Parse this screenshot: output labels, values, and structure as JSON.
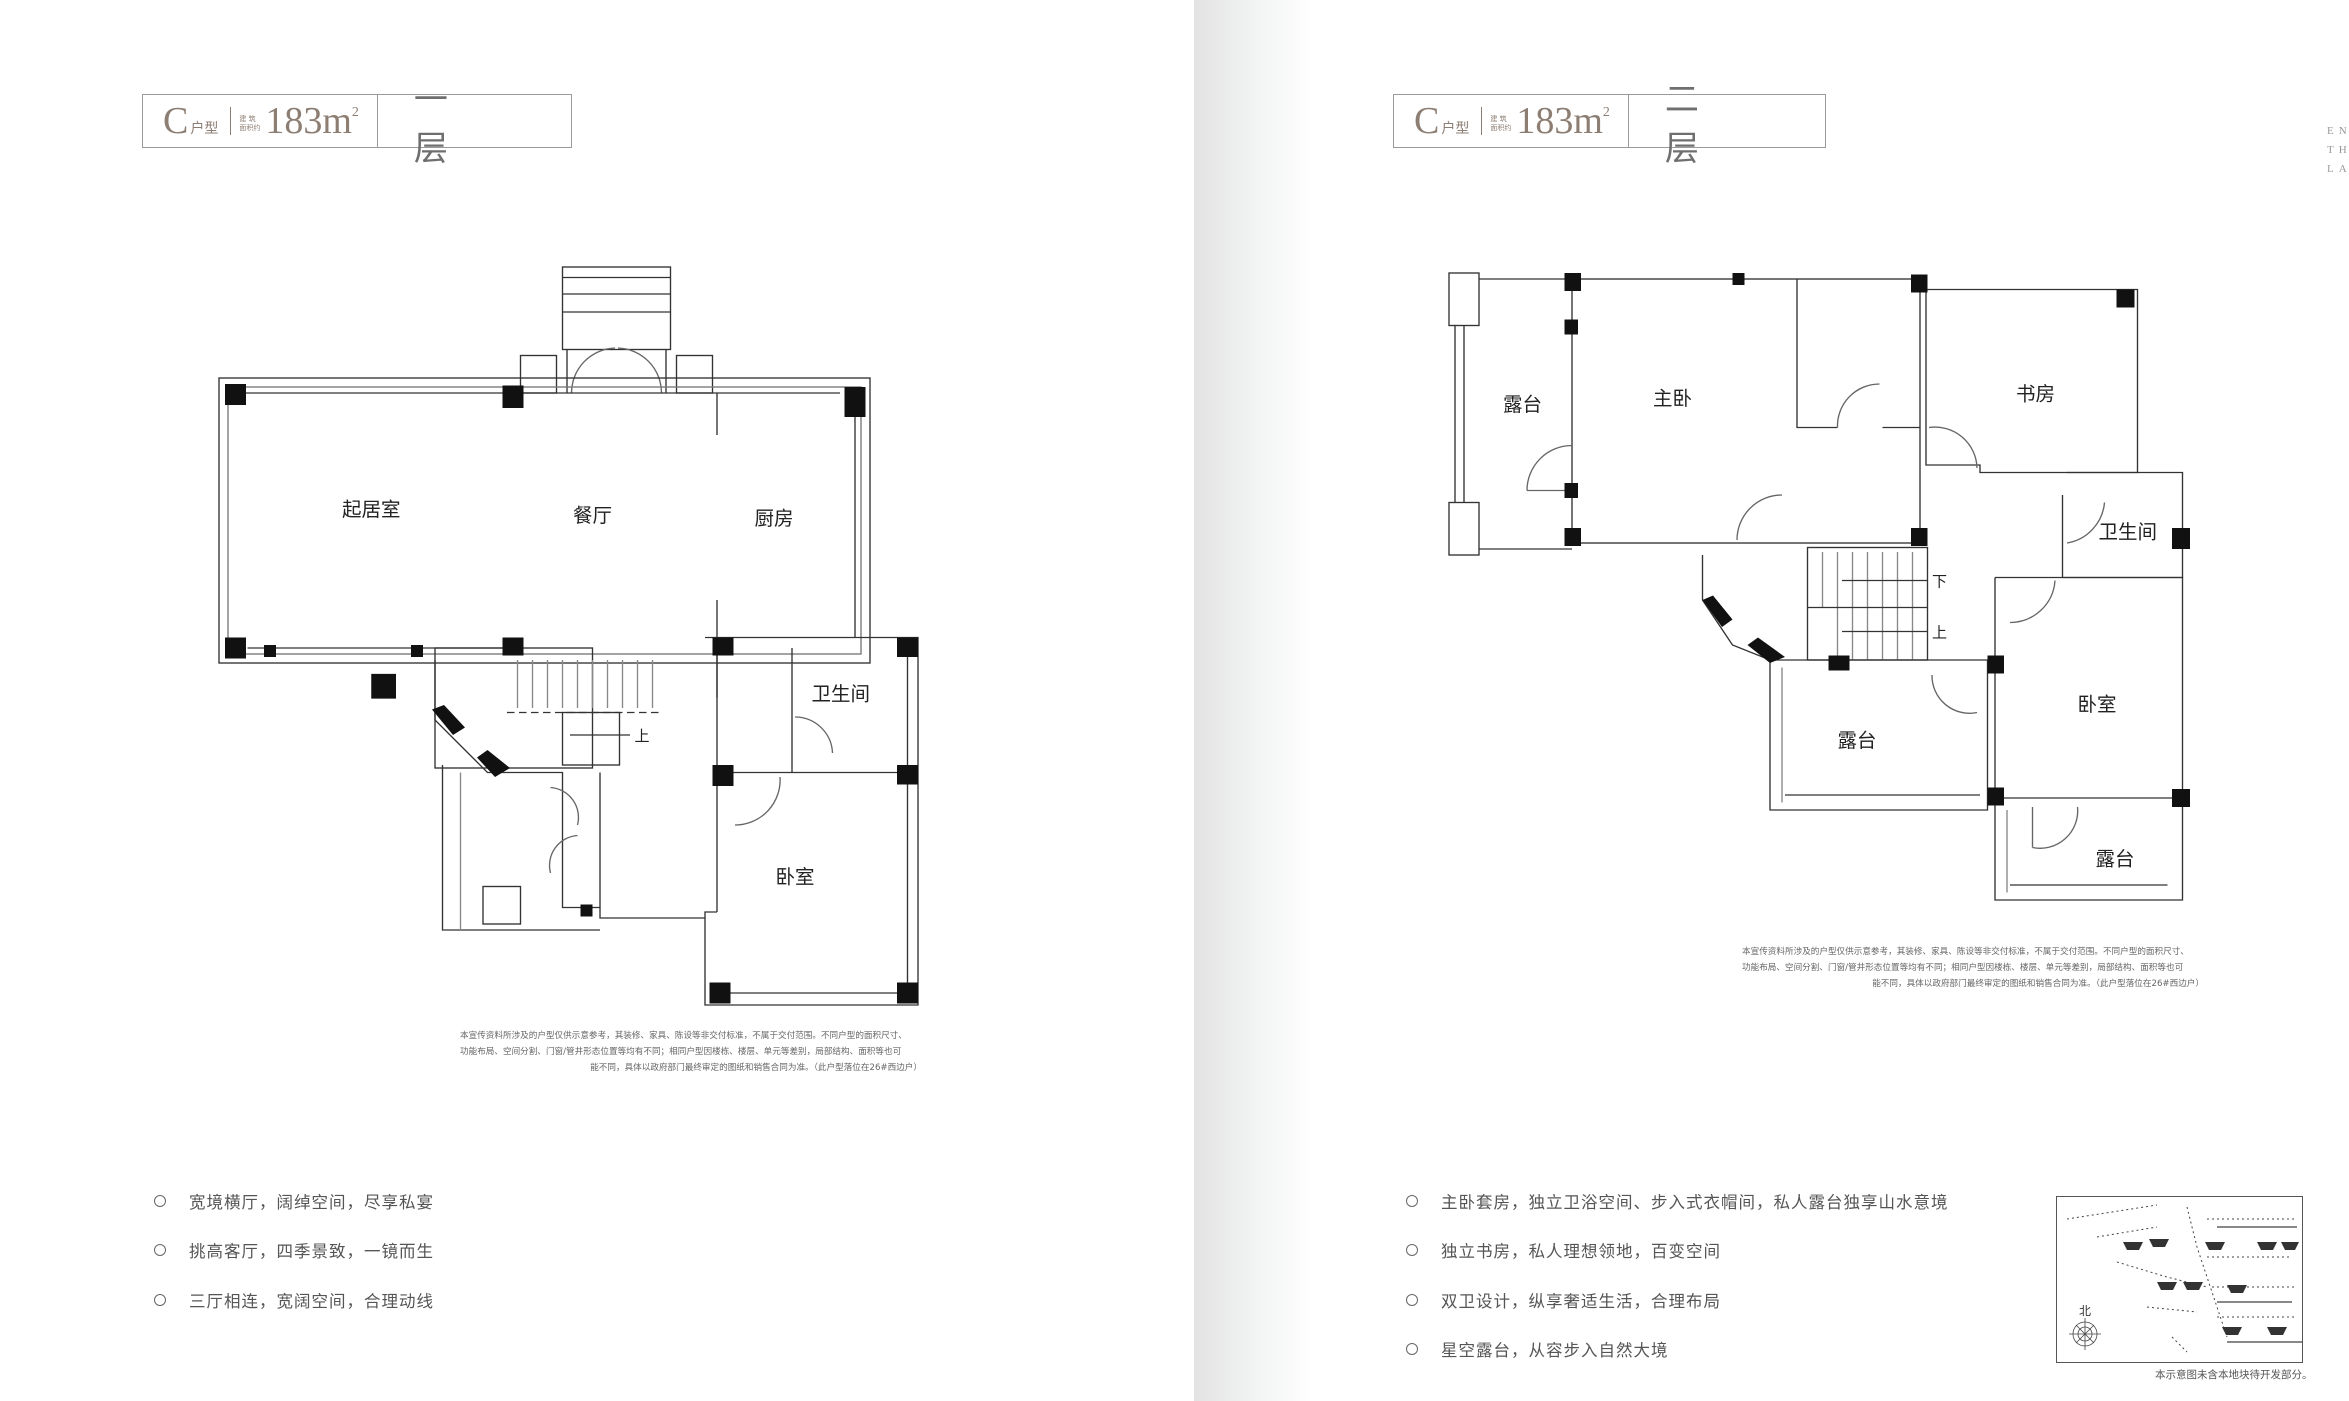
{
  "corner_text": [
    "EN",
    "TH",
    "LA"
  ],
  "left_page": {
    "header": {
      "type_letter": "C",
      "type_suffix": "户型",
      "area_label_top": "建 筑",
      "area_label_bottom": "面积约",
      "area_value": "183m",
      "area_unit_sup": "2",
      "floor": "一 层"
    },
    "rooms": {
      "living": "起居室",
      "dining": "餐厅",
      "kitchen": "厨房",
      "bathroom": "卫生间",
      "bedroom": "卧室",
      "stairs_up": "上"
    },
    "disclaimer": [
      "本宣传资料所涉及的户型仅供示意参考，其装修、家具、陈设等非交付标准，不属于交付范围。不同户型的面积尺寸、",
      "功能布局、空间分割、门窗/管井形态位置等均有不同；相同户型因楼栋、楼层、单元等差别，局部结构、面积等也可",
      "能不同，具体以政府部门最终审定的图纸和销售合同为准。（此户型落位在26#西边户）"
    ],
    "features": [
      "宽境横厅，阔绰空间，尽享私宴",
      "挑高客厅，四季景致，一镜而生",
      "三厅相连，宽阔空间，合理动线"
    ]
  },
  "right_page": {
    "header": {
      "type_letter": "C",
      "type_suffix": "户型",
      "area_label_top": "建 筑",
      "area_label_bottom": "面积约",
      "area_value": "183m",
      "area_unit_sup": "2",
      "floor": "二 层"
    },
    "rooms": {
      "terrace_west": "露台",
      "master_bedroom": "主卧",
      "study": "书房",
      "bathroom": "卫生间",
      "stairs_down": "下",
      "stairs_up": "上",
      "terrace_south": "露台",
      "bedroom": "卧室",
      "terrace_se": "露台"
    },
    "disclaimer": [
      "本宣传资料所涉及的户型仅供示意参考，其装修、家具、陈设等非交付标准，不属于交付范围。不同户型的面积尺寸、",
      "功能布局、空间分割、门窗/管井形态位置等均有不同；相同户型因楼栋、楼层、单元等差别，局部结构、面积等也可",
      "能不同，具体以政府部门最终审定的图纸和销售合同为准。（此户型落位在26#西边户）"
    ],
    "features": [
      "主卧套房，独立卫浴空间、步入式衣帽间，私人露台独享山水意境",
      "独立书房，私人理想领地，百变空间",
      "双卫设计，纵享奢适生活，合理布局",
      "星空露台，从容步入自然大境"
    ],
    "site_map": {
      "north_label": "北",
      "caption": "本示意图未含本地块待开发部分。"
    }
  }
}
